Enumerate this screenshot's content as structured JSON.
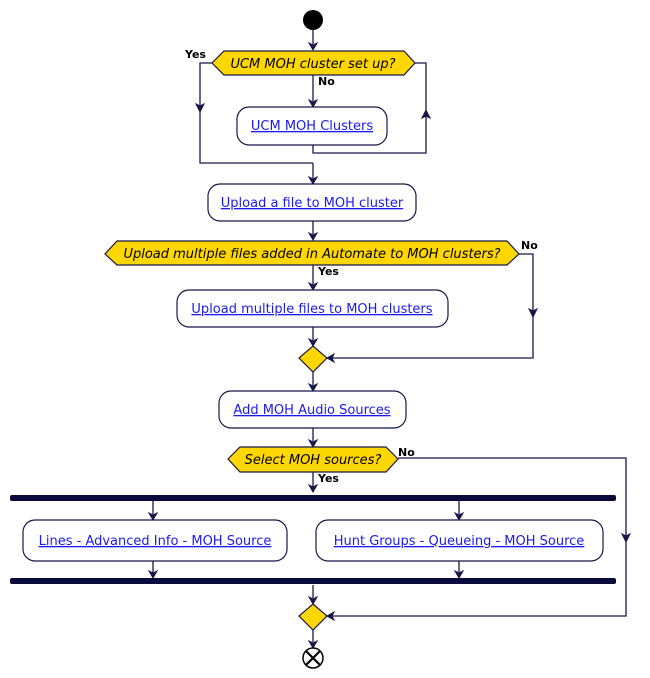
{
  "decisions": {
    "cluster_setup": {
      "question": "UCM MOH cluster set up?",
      "yes": "Yes",
      "no": "No"
    },
    "multiple_files": {
      "question": "Upload multiple files added in Automate to MOH clusters?",
      "yes": "Yes",
      "no": "No"
    },
    "sources": {
      "question": "Select MOH sources?",
      "yes": "Yes",
      "no": "No"
    }
  },
  "actions": {
    "ucm_moh_clusters": "UCM MOH Clusters",
    "upload_file": "Upload a file to MOH cluster",
    "upload_multiple": "Upload multiple files to MOH clusters",
    "add_audio_sources": "Add MOH Audio Sources",
    "lines_moh_source": "Lines - Advanced Info - MOH Source",
    "hunt_groups_moh_source": "Hunt Groups - Queueing - MOH Source"
  },
  "colors": {
    "decision_fill": "#FFD700",
    "edge": "#181848",
    "link": "#1a1aee",
    "fork_bar": "#0a0a3c"
  }
}
